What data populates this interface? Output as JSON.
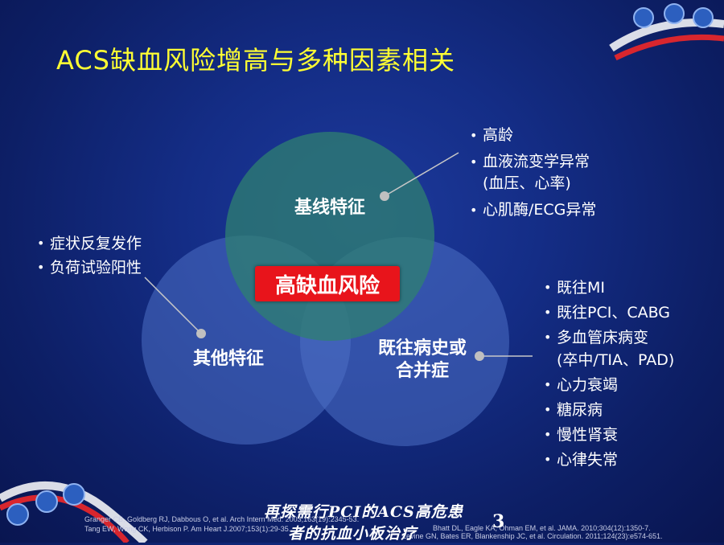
{
  "slide": {
    "title": "ACS缺血风险增高与多种因素相关",
    "page_number": "3",
    "footer_title_line1": "再探需行PCI的ACS高危患",
    "footer_title_line2": "者的抗血小板治疗"
  },
  "venn": {
    "top_label": "基线特征",
    "left_label": "其他特征",
    "right_label_line1": "既往病史或",
    "right_label_line2": "合并症",
    "center_label": "高缺血风险"
  },
  "bullets": {
    "baseline": [
      "高龄",
      "血液流变学异常",
      "(血压、心率)",
      "心肌酶/ECG异常"
    ],
    "other": [
      "症状反复发作",
      "负荷试验阳性"
    ],
    "history": [
      "既往MI",
      "既往PCI、CABG",
      "多血管床病变",
      "(卒中/TIA、PAD)",
      "心力衰竭",
      "糖尿病",
      "慢性肾衰",
      "心律失常"
    ]
  },
  "references": {
    "left": [
      "Granger CB, Goldberg RJ, Dabbous O, et al. Arch Intern Med. 2003;163(19):2345-53.",
      "Tang EW, Wong CK, Herbison P. Am Heart J.2007;153(1):29-35."
    ],
    "right": [
      "Bhatt DL, Eagle KA, Ohman EM, et al. JAMA. 2010;304(12):1350-7.",
      "Levine GN, Bates ER, Blankenship JC, et al. Circulation. 2011;124(23):e574-651."
    ]
  },
  "colors": {
    "title": "#ffff33",
    "center_box": "#e8141b",
    "circle_top": "#2e7a70",
    "circle_blue": "#4a6fc0"
  }
}
